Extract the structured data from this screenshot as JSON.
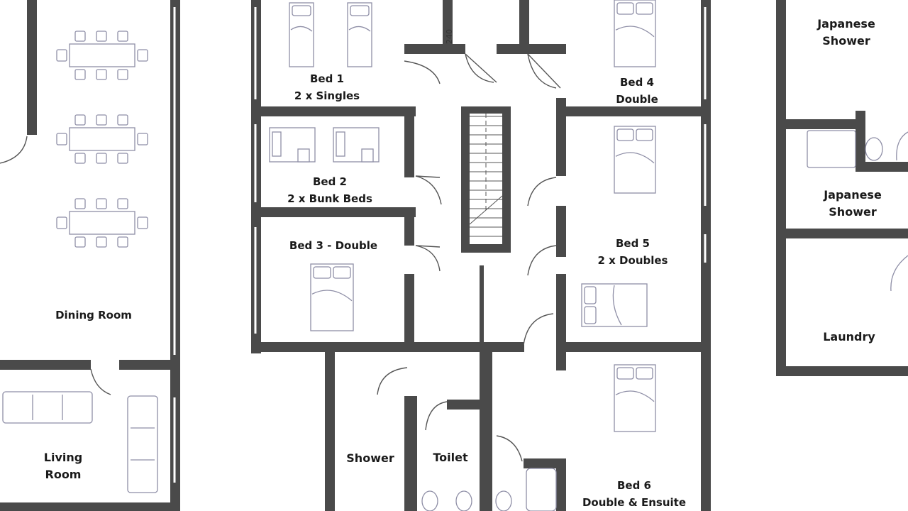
{
  "colors": {
    "wall": "#4a4a4a",
    "furniture": "#8e8ea6",
    "door": "#555555",
    "background": "#ffffff"
  },
  "rooms": {
    "dining": {
      "name": "Dining Room"
    },
    "living": {
      "line1": "Living",
      "line2": "Room"
    },
    "bed1": {
      "line1": "Bed 1",
      "line2": "2 x Singles"
    },
    "bed2": {
      "line1": "Bed 2",
      "line2": "2 x Bunk Beds"
    },
    "bed3": {
      "name": "Bed 3 - Double"
    },
    "bed4": {
      "line1": "Bed 4",
      "line2": "Double"
    },
    "bed5": {
      "line1": "Bed 5",
      "line2": "2 x Doubles"
    },
    "bed6": {
      "line1": "Bed 6",
      "line2": "Double & Ensuite"
    },
    "shower": {
      "name": "Shower"
    },
    "toilet": {
      "name": "Toilet"
    },
    "jshower1": {
      "line1": "Japanese",
      "line2": "Shower"
    },
    "jshower2": {
      "line1": "Japanese",
      "line2": "Shower"
    },
    "laundry": {
      "name": "Laundry"
    }
  },
  "annotations": {
    "dimension": "240"
  },
  "icons": [
    "door-swing-icon",
    "bed-icon",
    "bunk-bed-icon",
    "dining-table-icon",
    "sofa-icon",
    "toilet-icon",
    "bathtub-icon",
    "sink-icon",
    "staircase-icon"
  ]
}
